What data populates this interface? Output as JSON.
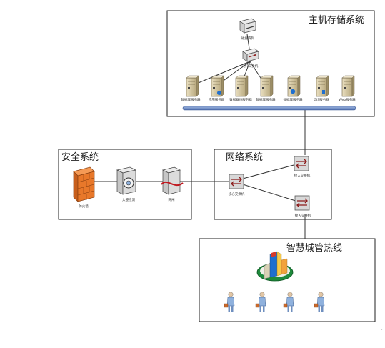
{
  "sections": {
    "host_storage": {
      "title": "主机存储系统"
    },
    "security": {
      "title": "安全系统"
    },
    "network": {
      "title": "网络系统"
    },
    "smart_city": {
      "title": "智慧城管热线"
    }
  },
  "nodes": {
    "storage_array": "磁盘阵列",
    "san_switch": "光纤交换机",
    "servers": [
      "数据库服务器",
      "应用服务器",
      "数据备份服务器",
      "数据库服务器",
      "数据库服务器",
      "GIS服务器",
      "Web服务器"
    ],
    "firewall": "防火墙",
    "ids": "入侵检测",
    "gateway": "网闸",
    "core_switch": "核心交换机",
    "access_switch_1": "接入交换机",
    "access_switch_2": "接入交换机"
  },
  "page_mark": "·",
  "colors": {
    "server_body": "#c9b98f",
    "bus": "#6f8fc8",
    "firewall": "#e8782a",
    "building_accent": "#1f6fcf",
    "person_body": "#8fb1dd"
  }
}
